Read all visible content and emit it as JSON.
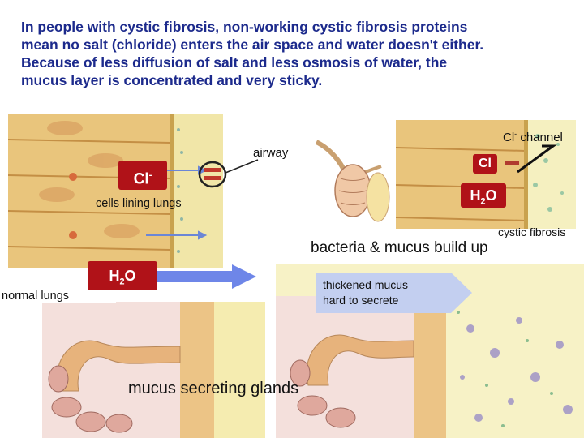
{
  "intro": {
    "lines": [
      "In people with cystic fibrosis, non-working cystic fibrosis proteins",
      "mean no salt (chloride) enters the air space and water doesn't either.",
      "Because of less diffusion of salt and less osmosis of water, the",
      "mucus layer is concentrated and very sticky."
    ]
  },
  "labels": {
    "airway": "airway",
    "cells_lining_lungs": "cells lining lungs",
    "cl_left": "Cl",
    "cl_left_sup": "-",
    "h2o_left_h": "H",
    "h2o_left_sub": "2",
    "h2o_left_o": "O",
    "cl_channel_cl": "Cl",
    "cl_channel_sup": "-",
    "cl_channel_rest": " channel",
    "cl_right": "Cl",
    "h2o_right_h": "H",
    "h2o_right_sub": "2",
    "h2o_right_o": "O",
    "cystic_fibrosis": "cystic fibrosis",
    "bacteria_mucus": "bacteria & mucus build up",
    "thickened_mucus_line1": "thickened mucus",
    "thickened_mucus_line2": "hard to secrete",
    "normal_lungs": "normal lungs",
    "mucus_glands": "mucus secreting glands"
  },
  "colors": {
    "title_blue": "#1c2a8c",
    "tag_red": "#b01218",
    "cell_tan": "#e8c27a",
    "tissue_yellow": "#f3ecb4",
    "arrow_blue": "#6e86e8"
  }
}
